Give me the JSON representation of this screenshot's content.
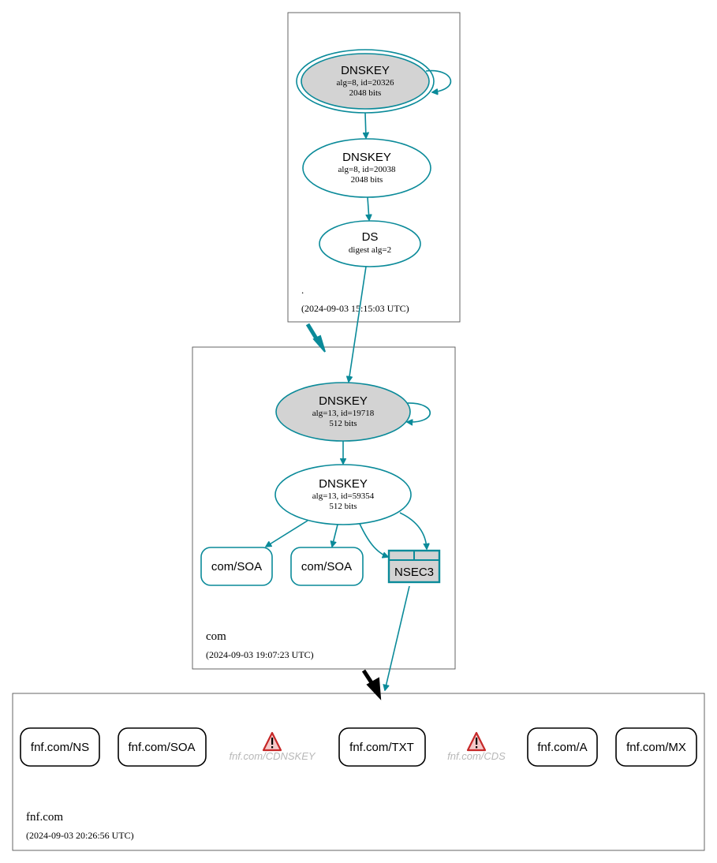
{
  "zones": {
    "root": {
      "name": ".",
      "timestamp": "(2024-09-03 15:15:03 UTC)"
    },
    "com": {
      "name": "com",
      "timestamp": "(2024-09-03 19:07:23 UTC)"
    },
    "fnf": {
      "name": "fnf.com",
      "timestamp": "(2024-09-03 20:26:56 UTC)"
    }
  },
  "root_nodes": {
    "ksk": {
      "title": "DNSKEY",
      "line1": "alg=8, id=20326",
      "line2": "2048 bits"
    },
    "zsk": {
      "title": "DNSKEY",
      "line1": "alg=8, id=20038",
      "line2": "2048 bits"
    },
    "ds": {
      "title": "DS",
      "line1": "digest alg=2"
    }
  },
  "com_nodes": {
    "ksk": {
      "title": "DNSKEY",
      "line1": "alg=13, id=19718",
      "line2": "512 bits"
    },
    "zsk": {
      "title": "DNSKEY",
      "line1": "alg=13, id=59354",
      "line2": "512 bits"
    },
    "soa1": "com/SOA",
    "soa2": "com/SOA",
    "nsec3": "NSEC3"
  },
  "fnf_nodes": {
    "ns": "fnf.com/NS",
    "soa": "fnf.com/SOA",
    "cdnskey": "fnf.com/CDNSKEY",
    "txt": "fnf.com/TXT",
    "cds": "fnf.com/CDS",
    "a": "fnf.com/A",
    "mx": "fnf.com/MX"
  },
  "colors": {
    "edge": "#0a8a99",
    "ksk_fill": "#d3d3d3",
    "warning": "#d32f2f",
    "missing_text": "#b8b8b8"
  },
  "icons": {
    "warning": "warning-triangle-icon"
  }
}
